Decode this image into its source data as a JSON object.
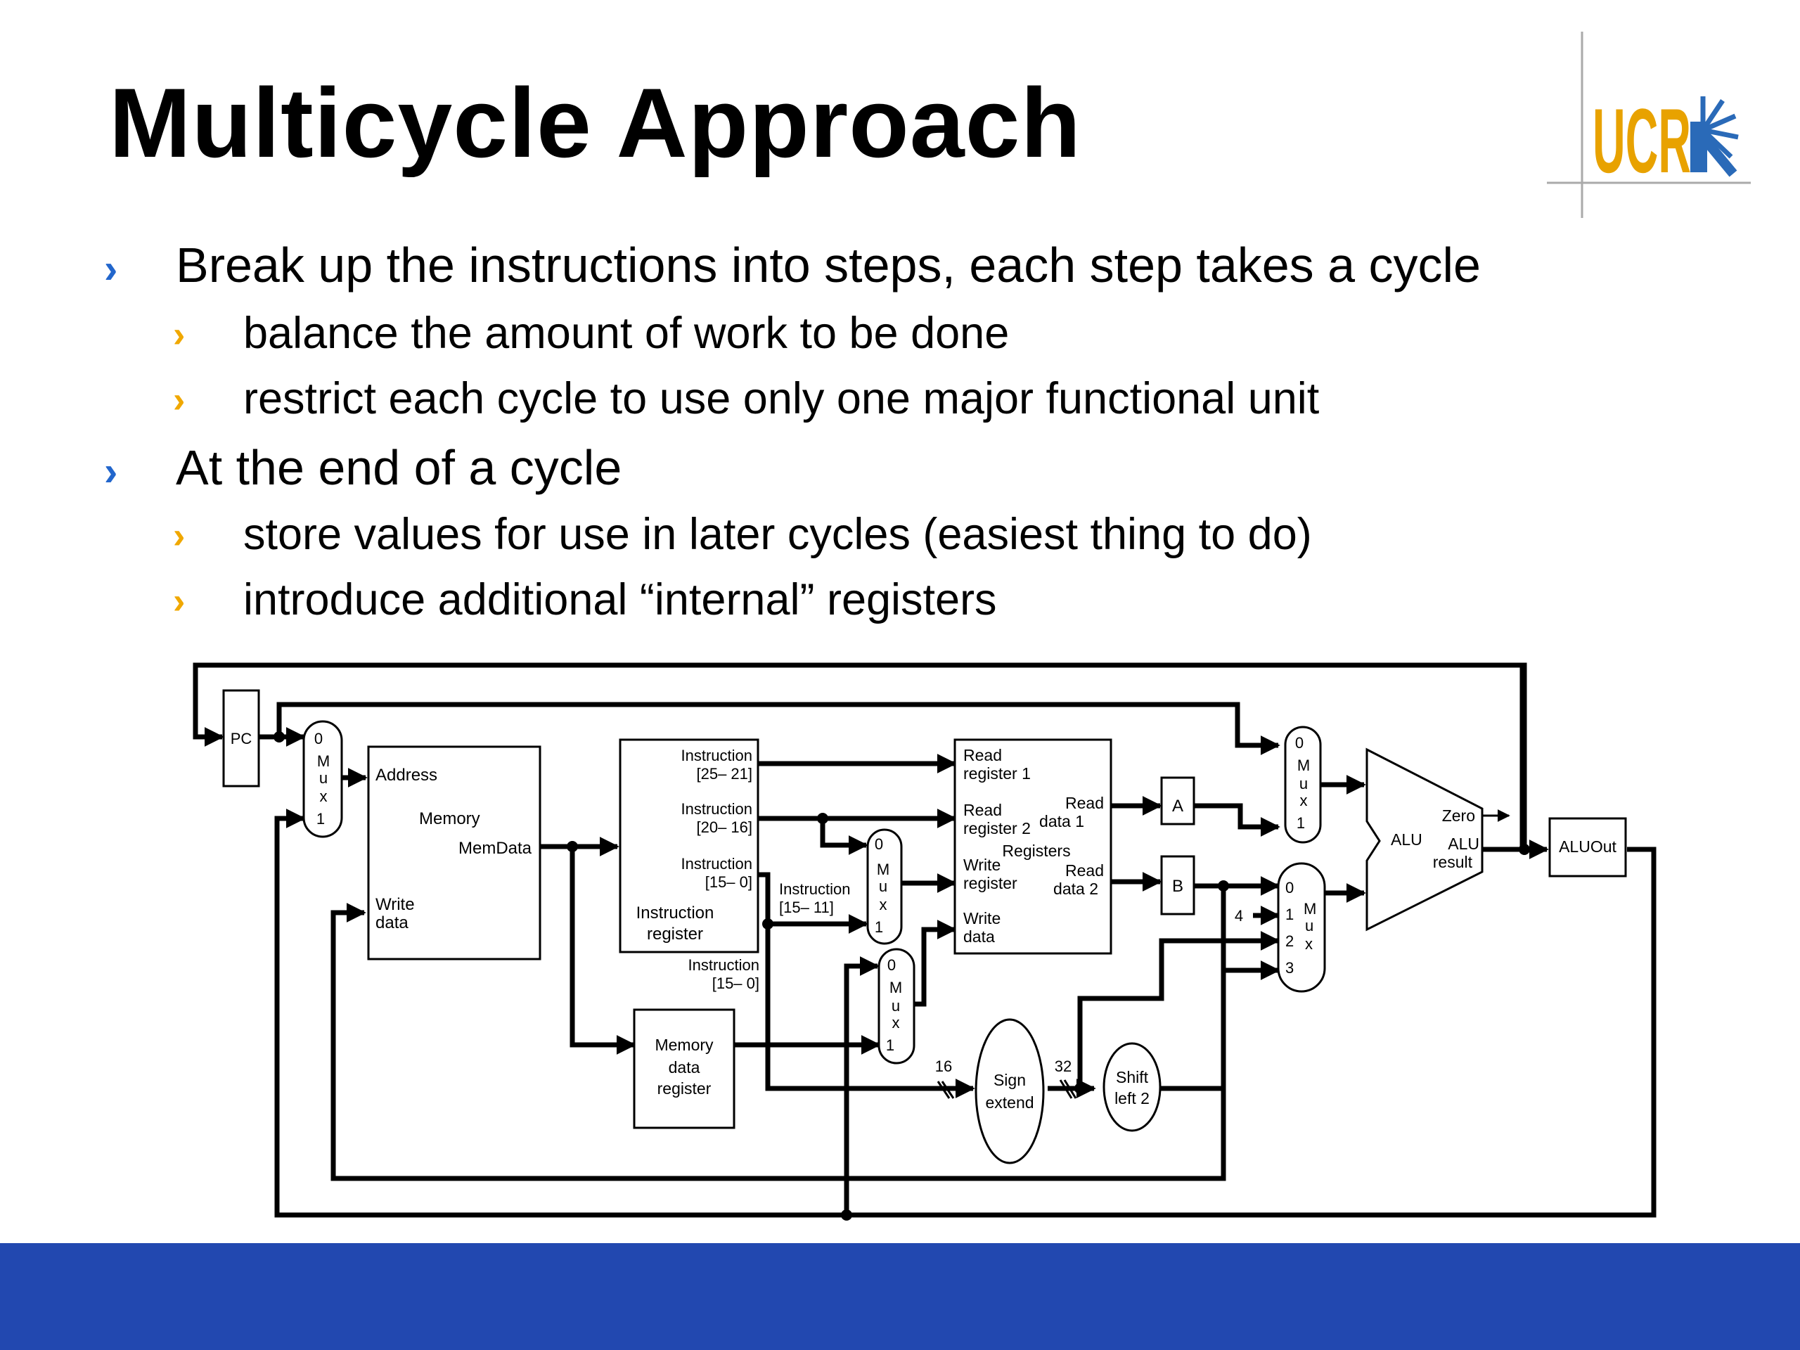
{
  "title": "Multicycle Approach",
  "logo": {
    "text": "UCR",
    "colors": {
      "letters": "#e8a200",
      "rays": "#2a6ab8"
    }
  },
  "bullets": [
    {
      "level": 1,
      "text": "Break up the instructions into steps, each step takes a cycle"
    },
    {
      "level": 2,
      "text": "balance the amount of work to be done"
    },
    {
      "level": 2,
      "text": "restrict each cycle to use only one major functional unit"
    },
    {
      "level": 1,
      "text": "At the end of a cycle"
    },
    {
      "level": 2,
      "text": "store values for use in later cycles (easiest thing to do)"
    },
    {
      "level": 2,
      "text": "introduce additional “internal” registers"
    }
  ],
  "markers": {
    "level1": "›",
    "level2": "›",
    "level1_color": "#2266cc",
    "level2_color": "#f0a800"
  },
  "footer_color": "#2248b0",
  "diagram": {
    "pc": "PC",
    "memory": {
      "address": "Address",
      "name": "Memory",
      "memdata": "MemData",
      "write_line1": "Write",
      "write_line2": "data"
    },
    "ir": {
      "f1": "Instruction",
      "f1b": "[25– 21]",
      "f2": "Instruction",
      "f2b": "[20– 16]",
      "f3": "Instruction",
      "f3b": "[15– 0]",
      "name1": "Instruction",
      "name2": "register"
    },
    "ir_out15_11a": "Instruction",
    "ir_out15_11b": "[15– 11]",
    "ir_out15_0a": "Instruction",
    "ir_out15_0b": "[15– 0]",
    "mdr": {
      "l1": "Memory",
      "l2": "data",
      "l3": "register"
    },
    "registers": {
      "rr1a": "Read",
      "rr1b": "register 1",
      "rr2a": "Read",
      "rr2b": "register 2",
      "wra": "Write",
      "wrb": "register",
      "wda": "Write",
      "wdb": "data",
      "rd1a": "Read",
      "rd1b": "data 1",
      "rd2a": "Read",
      "rd2b": "data 2",
      "name": "Registers"
    },
    "a": "A",
    "b": "B",
    "alu": {
      "name": "ALU",
      "zero": "Zero",
      "result1": "ALU",
      "result2": "result"
    },
    "aluout": "ALUOut",
    "sign": {
      "l1": "Sign",
      "l2": "extend"
    },
    "shift": {
      "l1": "Shift",
      "l2": "left 2"
    },
    "w16": "16",
    "w32": "32",
    "four": "4",
    "mux2": {
      "i0": "0",
      "m": "M",
      "u": "u",
      "x": "x",
      "i1": "1"
    },
    "mux4": {
      "i0": "0",
      "i1": "1",
      "i2": "2",
      "i3": "3",
      "m": "M",
      "u": "u",
      "x": "x"
    }
  }
}
